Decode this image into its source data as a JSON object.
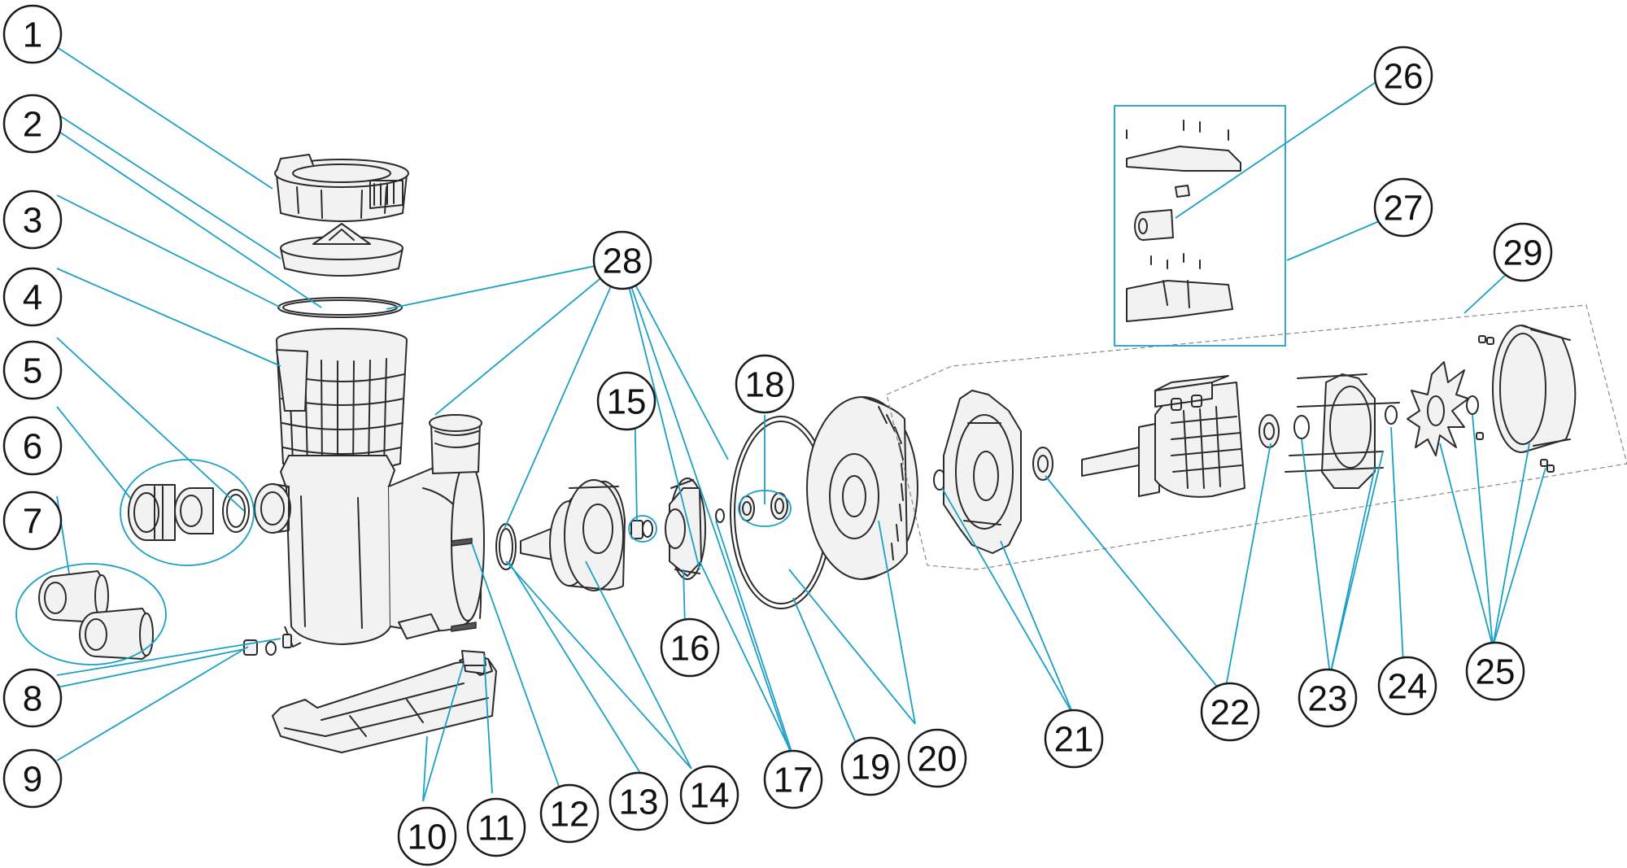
{
  "callouts": [
    {
      "id": "c1",
      "label": "1"
    },
    {
      "id": "c2",
      "label": "2"
    },
    {
      "id": "c3",
      "label": "3"
    },
    {
      "id": "c4",
      "label": "4"
    },
    {
      "id": "c5",
      "label": "5"
    },
    {
      "id": "c6",
      "label": "6"
    },
    {
      "id": "c7",
      "label": "7"
    },
    {
      "id": "c8",
      "label": "8"
    },
    {
      "id": "c9",
      "label": "9"
    },
    {
      "id": "c10",
      "label": "10"
    },
    {
      "id": "c11",
      "label": "11"
    },
    {
      "id": "c12",
      "label": "12"
    },
    {
      "id": "c13",
      "label": "13"
    },
    {
      "id": "c14",
      "label": "14"
    },
    {
      "id": "c15",
      "label": "15"
    },
    {
      "id": "c16",
      "label": "16"
    },
    {
      "id": "c17",
      "label": "17"
    },
    {
      "id": "c18",
      "label": "18"
    },
    {
      "id": "c19",
      "label": "19"
    },
    {
      "id": "c20",
      "label": "20"
    },
    {
      "id": "c21",
      "label": "21"
    },
    {
      "id": "c22",
      "label": "22"
    },
    {
      "id": "c23",
      "label": "23"
    },
    {
      "id": "c24",
      "label": "24"
    },
    {
      "id": "c25",
      "label": "25"
    },
    {
      "id": "c26",
      "label": "26"
    },
    {
      "id": "c27",
      "label": "27"
    },
    {
      "id": "c28",
      "label": "28"
    },
    {
      "id": "c29",
      "label": "29"
    }
  ],
  "colors": {
    "leader_line": "#1aa0c8",
    "part_outline": "#2b2b2b",
    "background": "#ffffff"
  }
}
